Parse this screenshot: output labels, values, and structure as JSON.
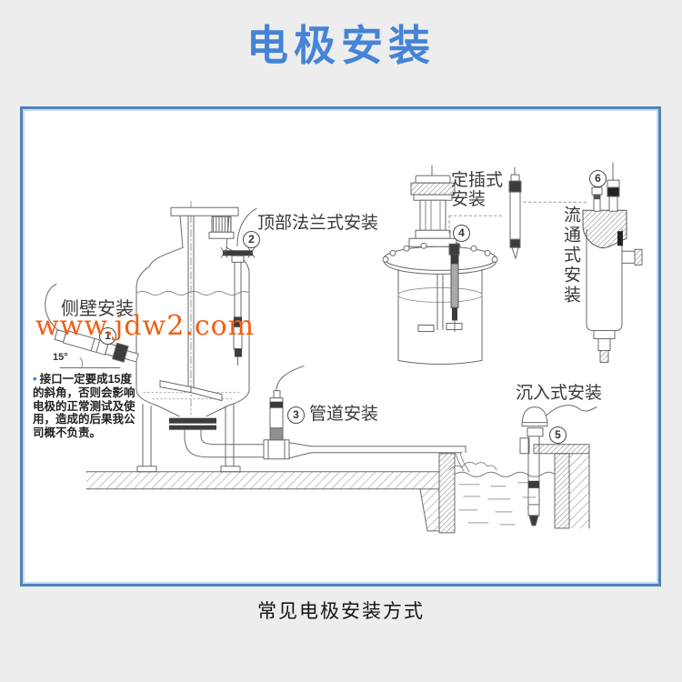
{
  "title": "电极安装",
  "caption": "常见电极安装方式",
  "watermark": "www.jdw2.com",
  "angle_label": "15°",
  "colors": {
    "title_blue": "#4583d6",
    "border_blue": "#4f83ba",
    "watermark_orange": "#f55c10",
    "note_bullet_blue": "#3f7cd0",
    "line_art_gray": "#6a6a6a"
  },
  "installations": [
    {
      "num": "1",
      "label": "侧壁安装"
    },
    {
      "num": "2",
      "label": "顶部法兰式安装"
    },
    {
      "num": "3",
      "label": "管道安装"
    },
    {
      "num": "4",
      "label": "定插式安装"
    },
    {
      "num": "5",
      "label": "沉入式安装"
    },
    {
      "num": "6",
      "label": "流通式安装"
    }
  ],
  "note": {
    "bullet": "•",
    "lines": [
      "接口一定要成15度",
      "的斜角，否则会影响",
      "电极的正常测试及使",
      "用，造成的后果我公",
      "司概不负责。"
    ]
  }
}
